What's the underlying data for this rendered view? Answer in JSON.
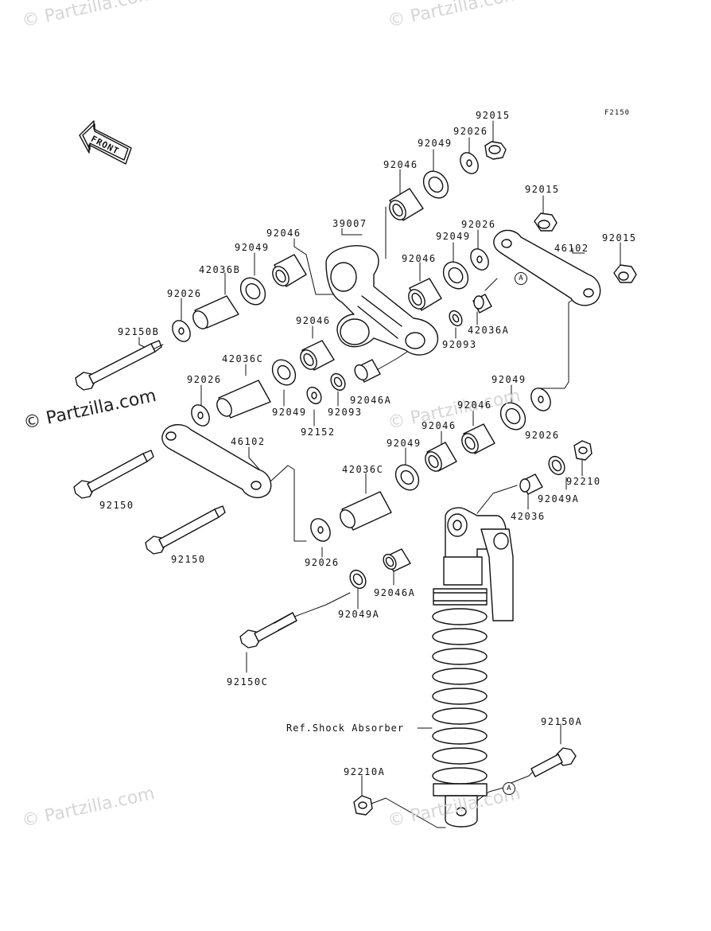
{
  "diagram_code": "F2150",
  "front_label": "FRONT",
  "ref_label": "Ref.Shock Absorber",
  "callout_letter": "A",
  "watermark": "© Partzilla.com",
  "labels": {
    "p92015_top": "92015",
    "p92026_top": "92026",
    "p92049_top": "92049",
    "p92046_top": "92046",
    "p92015_mid": "92015",
    "p92015_right": "92015",
    "p46102_right": "46102",
    "p39007": "39007",
    "p92026_mid": "92026",
    "p92049_mid": "92049",
    "p92046_mid": "92046",
    "p92046_left": "92046",
    "p92049_left": "92049",
    "p42036B": "42036B",
    "p92026_left": "92026",
    "p92150B": "92150B",
    "p42036A": "42036A",
    "p92093_right": "92093",
    "p92046_center": "92046",
    "p42036C_left": "42036C",
    "p92026_left2": "92026",
    "p92049_center": "92049",
    "p92093_center": "92093",
    "p92152": "92152",
    "p92046A_center": "92046A",
    "p92049_r2": "92049",
    "p92046_r2": "92046",
    "p92046_r3": "92046",
    "p92026_r2": "92026",
    "p46102_left": "46102",
    "p92150_1": "92150",
    "p92150_2": "92150",
    "p42036C_mid": "42036C",
    "p92049_r3": "92049",
    "p92210": "92210",
    "p92049A_r": "92049A",
    "p42036": "42036",
    "p92026_low": "92026",
    "p92046A_low": "92046A",
    "p92049A_low": "92049A",
    "p92150C": "92150C",
    "p92150A": "92150A",
    "p92210A": "92210A"
  }
}
